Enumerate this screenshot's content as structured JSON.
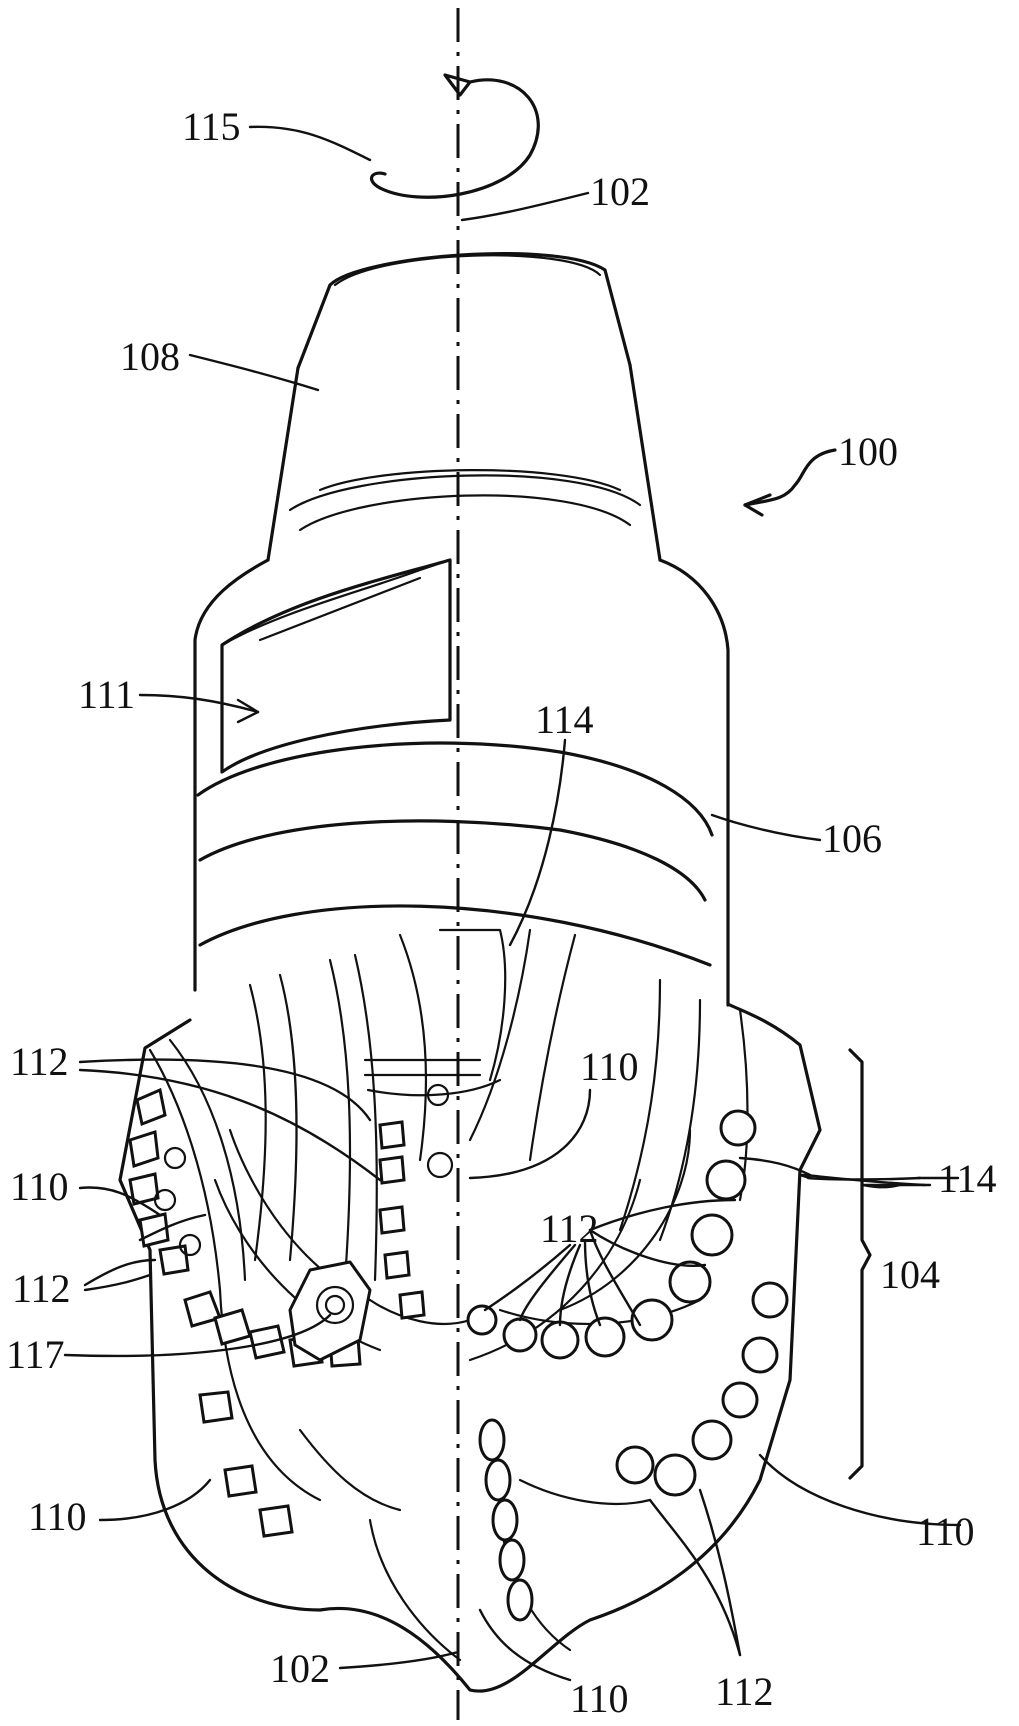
{
  "figure": {
    "labels": {
      "l115": "115",
      "l102_top": "102",
      "l108": "108",
      "l100": "100",
      "l111": "111",
      "l114_top": "114",
      "l106": "106",
      "l112_left_upper": "112",
      "l110_center": "110",
      "l110_left": "110",
      "l114_right": "114",
      "l112_center": "112",
      "l104": "104",
      "l112_left_lower": "112",
      "l117": "117",
      "l110_bottom_left": "110",
      "l110_bottom_right": "110",
      "l102_bottom": "102",
      "l110_bottom": "110",
      "l112_bottom": "112"
    }
  }
}
